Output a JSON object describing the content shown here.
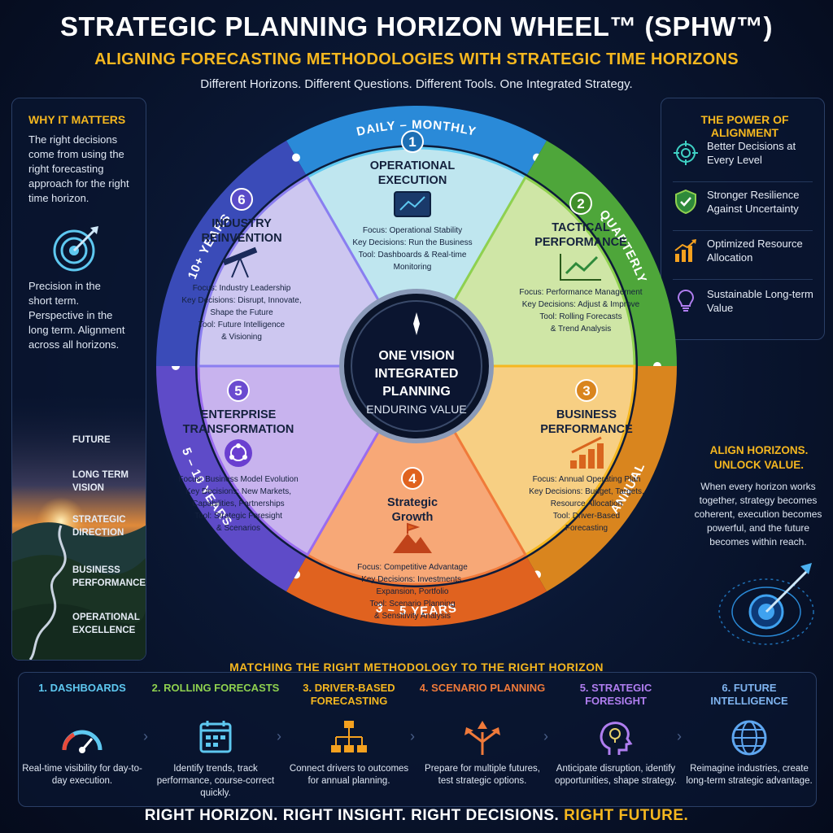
{
  "header": {
    "title": "STRATEGIC PLANNING HORIZON WHEEL™ (SPHW™)",
    "subtitle": "ALIGNING FORECASTING METHODOLOGIES WITH STRATEGIC TIME HORIZONS",
    "tagline": "Different Horizons. Different Questions. Different Tools. One Integrated Strategy."
  },
  "left": {
    "why_heading": "WHY IT MATTERS",
    "why_text": "The right decisions come from using the right forecasting approach for the right time horizon.",
    "precision_text": "Precision in the short term. Perspective in the long term. Alignment across all horizons.",
    "road_labels": [
      "FUTURE",
      "LONG TERM VISION",
      "STRATEGIC DIRECTION",
      "BUSINESS PERFORMANCE",
      "OPERATIONAL EXCELLENCE"
    ]
  },
  "right": {
    "power_heading": "THE POWER OF ALIGNMENT",
    "items": [
      {
        "text": "Better Decisions at Every Level",
        "icon": "target-icon"
      },
      {
        "text": "Stronger Resilience Against Uncertainty",
        "icon": "shield-check-icon"
      },
      {
        "text": "Optimized Resource Allocation",
        "icon": "bar-growth-icon"
      },
      {
        "text": "Sustainable Long-term Value",
        "icon": "lightbulb-icon"
      }
    ],
    "align_heading": "ALIGN HORIZONS. UNLOCK VALUE.",
    "align_text": "When every horizon works together, strategy becomes coherent, execution becomes powerful, and the future becomes within reach."
  },
  "wheel": {
    "center": {
      "line1": "ONE VISION",
      "line2": "INTEGRATED",
      "line3": "PLANNING",
      "line4": "ENDURING VALUE"
    },
    "horizons": [
      "DAILY – MONTHLY",
      "QUARTERLY",
      "ANNUAL",
      "3 – 5 YEARS",
      "5 – 10 YEARS",
      "10+ YEARS"
    ],
    "segments": [
      {
        "num": "1",
        "title1": "OPERATIONAL",
        "title2": "EXECUTION",
        "focus": "Focus: Operational Stability",
        "decisions": "Key Decisions: Run the Business",
        "tool1": "Tool: Dashboards & Real-time",
        "tool2": "Monitoring",
        "color": "#bfe6ef"
      },
      {
        "num": "2",
        "title1": "TACTICAL",
        "title2": "PERFORMANCE",
        "focus": "Focus: Performance Management",
        "decisions": "Key Decisions: Adjust & Improve",
        "tool1": "Tool: Rolling Forecasts",
        "tool2": "& Trend Analysis",
        "color": "#cfe6a6"
      },
      {
        "num": "3",
        "title1": "BUSINESS",
        "title2": "PERFORMANCE",
        "focus": "Focus: Annual Operating Plan",
        "decisions": "Key Decisions: Budget, Targets,",
        "decisions2": "Resource Allocation",
        "tool1": "Tool: Driver-Based",
        "tool2": "Forecasting",
        "color": "#f7cf83"
      },
      {
        "num": "4",
        "title1": "Strategic",
        "title2": "Growth",
        "focus": "Focus: Competitive Advantage",
        "decisions": "Key Decisions: Investments,",
        "decisions2": "Expansion, Portfolio",
        "tool1": "Tool: Scenario Planning",
        "tool2": "& Sensitivity Analysis",
        "color": "#f7a877"
      },
      {
        "num": "5",
        "title1": "ENTERPRISE",
        "title2": "TRANSFORMATION",
        "focus": "Focus: Business Model Evolution",
        "decisions": "Key Decisions: New Markets,",
        "decisions2": "Capabilities, Partnerships",
        "tool1": "Tool: Strategic Foresight",
        "tool2": "& Scenarios",
        "color": "#c8b3ee"
      },
      {
        "num": "6",
        "title1": "INDUSTRY",
        "title2": "REINVENTION",
        "focus": "Focus: Industry Leadership",
        "decisions": "Key Decisions: Disrupt, Innovate,",
        "decisions2": "Shape the Future",
        "tool1": "Tool: Future Intelligence",
        "tool2": "& Visioning",
        "color": "#cdc7f0"
      }
    ]
  },
  "bottom": {
    "heading": "MATCHING THE RIGHT METHODOLOGY TO THE RIGHT HORIZON",
    "columns": [
      {
        "title": "1. DASHBOARDS",
        "text": "Real-time visibility for day-to-day execution.",
        "color": "#5ec8f0",
        "icon": "gauge-icon"
      },
      {
        "title": "2. ROLLING FORECASTS",
        "text": "Identify trends, track performance, course-correct quickly.",
        "color": "#8fd14f",
        "icon": "calendar-icon"
      },
      {
        "title": "3. DRIVER-BASED FORECASTING",
        "text": "Connect drivers to outcomes for annual planning.",
        "color": "#f5b71f",
        "icon": "hierarchy-icon"
      },
      {
        "title": "4. SCENARIO PLANNING",
        "text": "Prepare for multiple futures, test strategic options.",
        "color": "#f07a3a",
        "icon": "branch-arrows-icon"
      },
      {
        "title": "5. STRATEGIC FORESIGHT",
        "text": "Anticipate disruption, identify opportunities, shape strategy.",
        "color": "#b07ef0",
        "icon": "head-bulb-icon"
      },
      {
        "title": "6. FUTURE INTELLIGENCE",
        "text": "Reimagine industries, create long-term strategic advantage.",
        "color": "#7fb4f0",
        "icon": "globe-icon"
      }
    ],
    "footer_white": "RIGHT HORIZON. RIGHT INSIGHT. RIGHT DECISIONS.",
    "footer_gold": "RIGHT FUTURE."
  }
}
